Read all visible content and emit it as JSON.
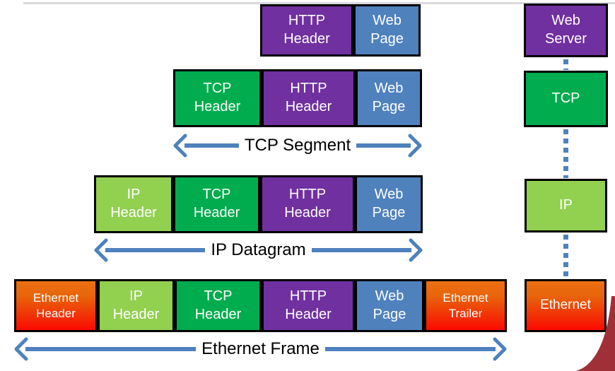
{
  "title": "Protocol encapsulation diagram",
  "palette": {
    "purple": "#7030A0",
    "blue": "#4F81BD",
    "green": "#00AC4E",
    "light_green": "#92D050",
    "ethernet_gradient_top": "#EC7013",
    "ethernet_gradient_bottom": "#FC0A00",
    "arrow_blue": "#4E81BD",
    "corner_accent_red": "#A03038",
    "top_line_gray": "#D9D9DE",
    "box_border": "#000000",
    "box_text": "#FFFFFF",
    "arrow_label_text": "#000000"
  },
  "rows": [
    {
      "boxes": [
        {
          "label": "HTTP\nHeader"
        },
        {
          "label": "Web\nPage"
        }
      ]
    },
    {
      "boxes": [
        {
          "label": "TCP\nHeader"
        },
        {
          "label": "HTTP\nHeader"
        },
        {
          "label": "Web\nPage"
        }
      ]
    },
    {
      "boxes": [
        {
          "label": "IP\nHeader"
        },
        {
          "label": "TCP\nHeader"
        },
        {
          "label": "HTTP\nHeader"
        },
        {
          "label": "Web\nPage"
        }
      ]
    },
    {
      "boxes": [
        {
          "label": "Ethernet\nHeader"
        },
        {
          "label": "IP\nHeader"
        },
        {
          "label": "TCP\nHeader"
        },
        {
          "label": "HTTP\nHeader"
        },
        {
          "label": "Web\nPage"
        },
        {
          "label": "Ethernet\nTrailer"
        }
      ]
    }
  ],
  "arrows": [
    {
      "label": "TCP Segment"
    },
    {
      "label": "IP Datagram"
    },
    {
      "label": "Ethernet Frame"
    }
  ],
  "stack": [
    {
      "label": "Web\nServer"
    },
    {
      "label": "TCP"
    },
    {
      "label": "IP"
    },
    {
      "label": "Ethernet"
    }
  ]
}
